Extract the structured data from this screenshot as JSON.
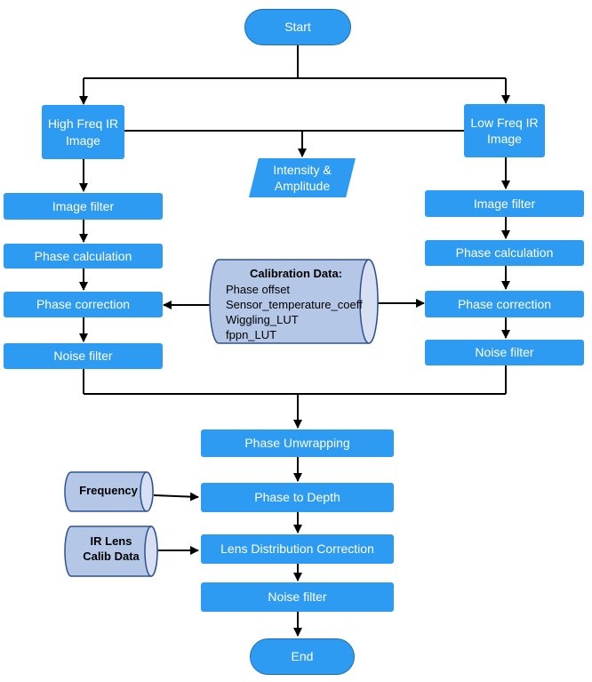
{
  "nodes": {
    "start": "Start",
    "high_freq": "High Freq IR Image",
    "low_freq": "Low Freq IR Image",
    "intensity": "Intensity & Amplitude",
    "left_image_filter": "Image filter",
    "left_phase_calc": "Phase calculation",
    "left_phase_corr": "Phase correction",
    "left_noise": "Noise filter",
    "right_image_filter": "Image filter",
    "right_phase_calc": "Phase calculation",
    "right_phase_corr": "Phase correction",
    "right_noise": "Noise filter",
    "phase_unwrap": "Phase Unwrapping",
    "phase_depth": "Phase to Depth",
    "lens_corr": "Lens Distribution Correction",
    "final_noise": "Noise filter",
    "end": "End"
  },
  "calibration": {
    "title": "Calibration Data:",
    "items": [
      "Phase offset",
      "Sensor_temperature_coeff",
      "Wiggling_LUT",
      "fppn_LUT"
    ]
  },
  "inputs": {
    "frequency": "Frequency",
    "ir_lens_line1": "IR Lens",
    "ir_lens_line2": "Calib Data"
  },
  "colors": {
    "process_fill": "#2e9bf2",
    "cylinder_fill": "#b4c7e7",
    "cylinder_stroke": "#2f528f",
    "arrow": "#000000"
  }
}
